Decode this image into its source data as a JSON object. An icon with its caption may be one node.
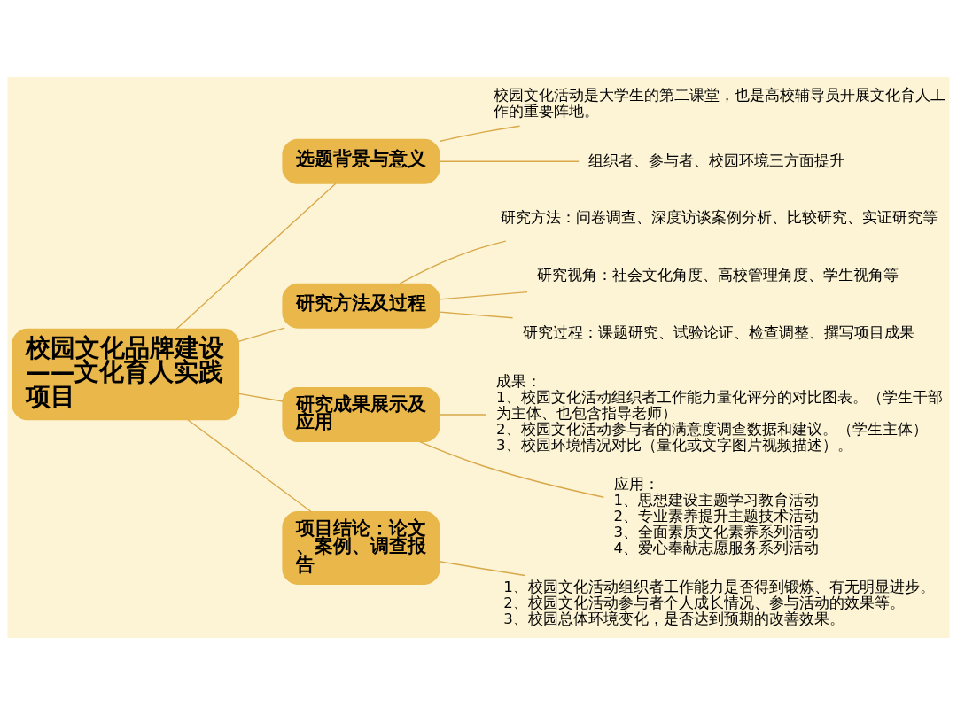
{
  "diagram": {
    "nodes": [
      {
        "text": [
          "校园文化品牌建设——文化育人实践项目"
        ]
      },
      {
        "text": [
          "选题背景与意义"
        ]
      },
      {
        "text": [
          "校园文化活动是大学生的第二课堂，也是高校辅导员开展文化育人工作的重要阵地。"
        ]
      },
      {
        "text": [
          "组织者、参与者、校园环境三方面提升"
        ]
      },
      {
        "text": [
          "研究方法及过程"
        ]
      },
      {
        "text": [
          "研究方法：问卷调查、深度访谈案例分析、比较研究、实证研究等"
        ]
      },
      {
        "text": [
          "研究视角：社会文化角度、高校管理角度、学生视角等"
        ]
      },
      {
        "text": [
          "研究过程：课题研究、试验论证、检查调整、撰写项目成果"
        ]
      },
      {
        "text": [
          "研究成果展示及应用"
        ]
      },
      {
        "text": [
          "成果：",
          "1、校园文化活动组织者工作能力量化评分的对比图表。（学生干部为主体、也包含指导老师）",
          "2、校园文化活动参与者的满意度调查数据和建议。（学生主体）",
          "3、校园环境情况对比（量化或文字图片视频描述）。"
        ]
      },
      {
        "text": [
          "应用：",
          "1、思想建设主题学习教育活动",
          "2、专业素养提升主题技术活动",
          "3、全面素质文化素养系列活动",
          "4、爱心奉献志愿服务系列活动"
        ]
      },
      {
        "text": [
          "项目结论：论文、案例、调查报告"
        ]
      },
      {
        "text": [
          "1、校园文化活动组织者工作能力是否得到锻炼、有无明显进步。",
          "2、校园文化活动参与者个人成长情况、参与活动的效果等。",
          "3、校园总体环境变化，是否达到预期的改善效果。"
        ]
      }
    ],
    "edges": [
      {
        "from": 0,
        "to": 1,
        "arrow": "none"
      },
      {
        "from": 1,
        "to": 2,
        "arrow": "none"
      },
      {
        "from": 1,
        "to": 3,
        "arrow": "none"
      },
      {
        "from": 0,
        "to": 4,
        "arrow": "none"
      },
      {
        "from": 4,
        "to": 5,
        "arrow": "none"
      },
      {
        "from": 4,
        "to": 6,
        "arrow": "none"
      },
      {
        "from": 4,
        "to": 7,
        "arrow": "none"
      },
      {
        "from": 0,
        "to": 8,
        "arrow": "none"
      },
      {
        "from": 8,
        "to": 9,
        "arrow": "none"
      },
      {
        "from": 8,
        "to": 10,
        "arrow": "none"
      },
      {
        "from": 0,
        "to": 11,
        "arrow": "none"
      },
      {
        "from": 11,
        "to": 12,
        "arrow": "none"
      }
    ]
  }
}
